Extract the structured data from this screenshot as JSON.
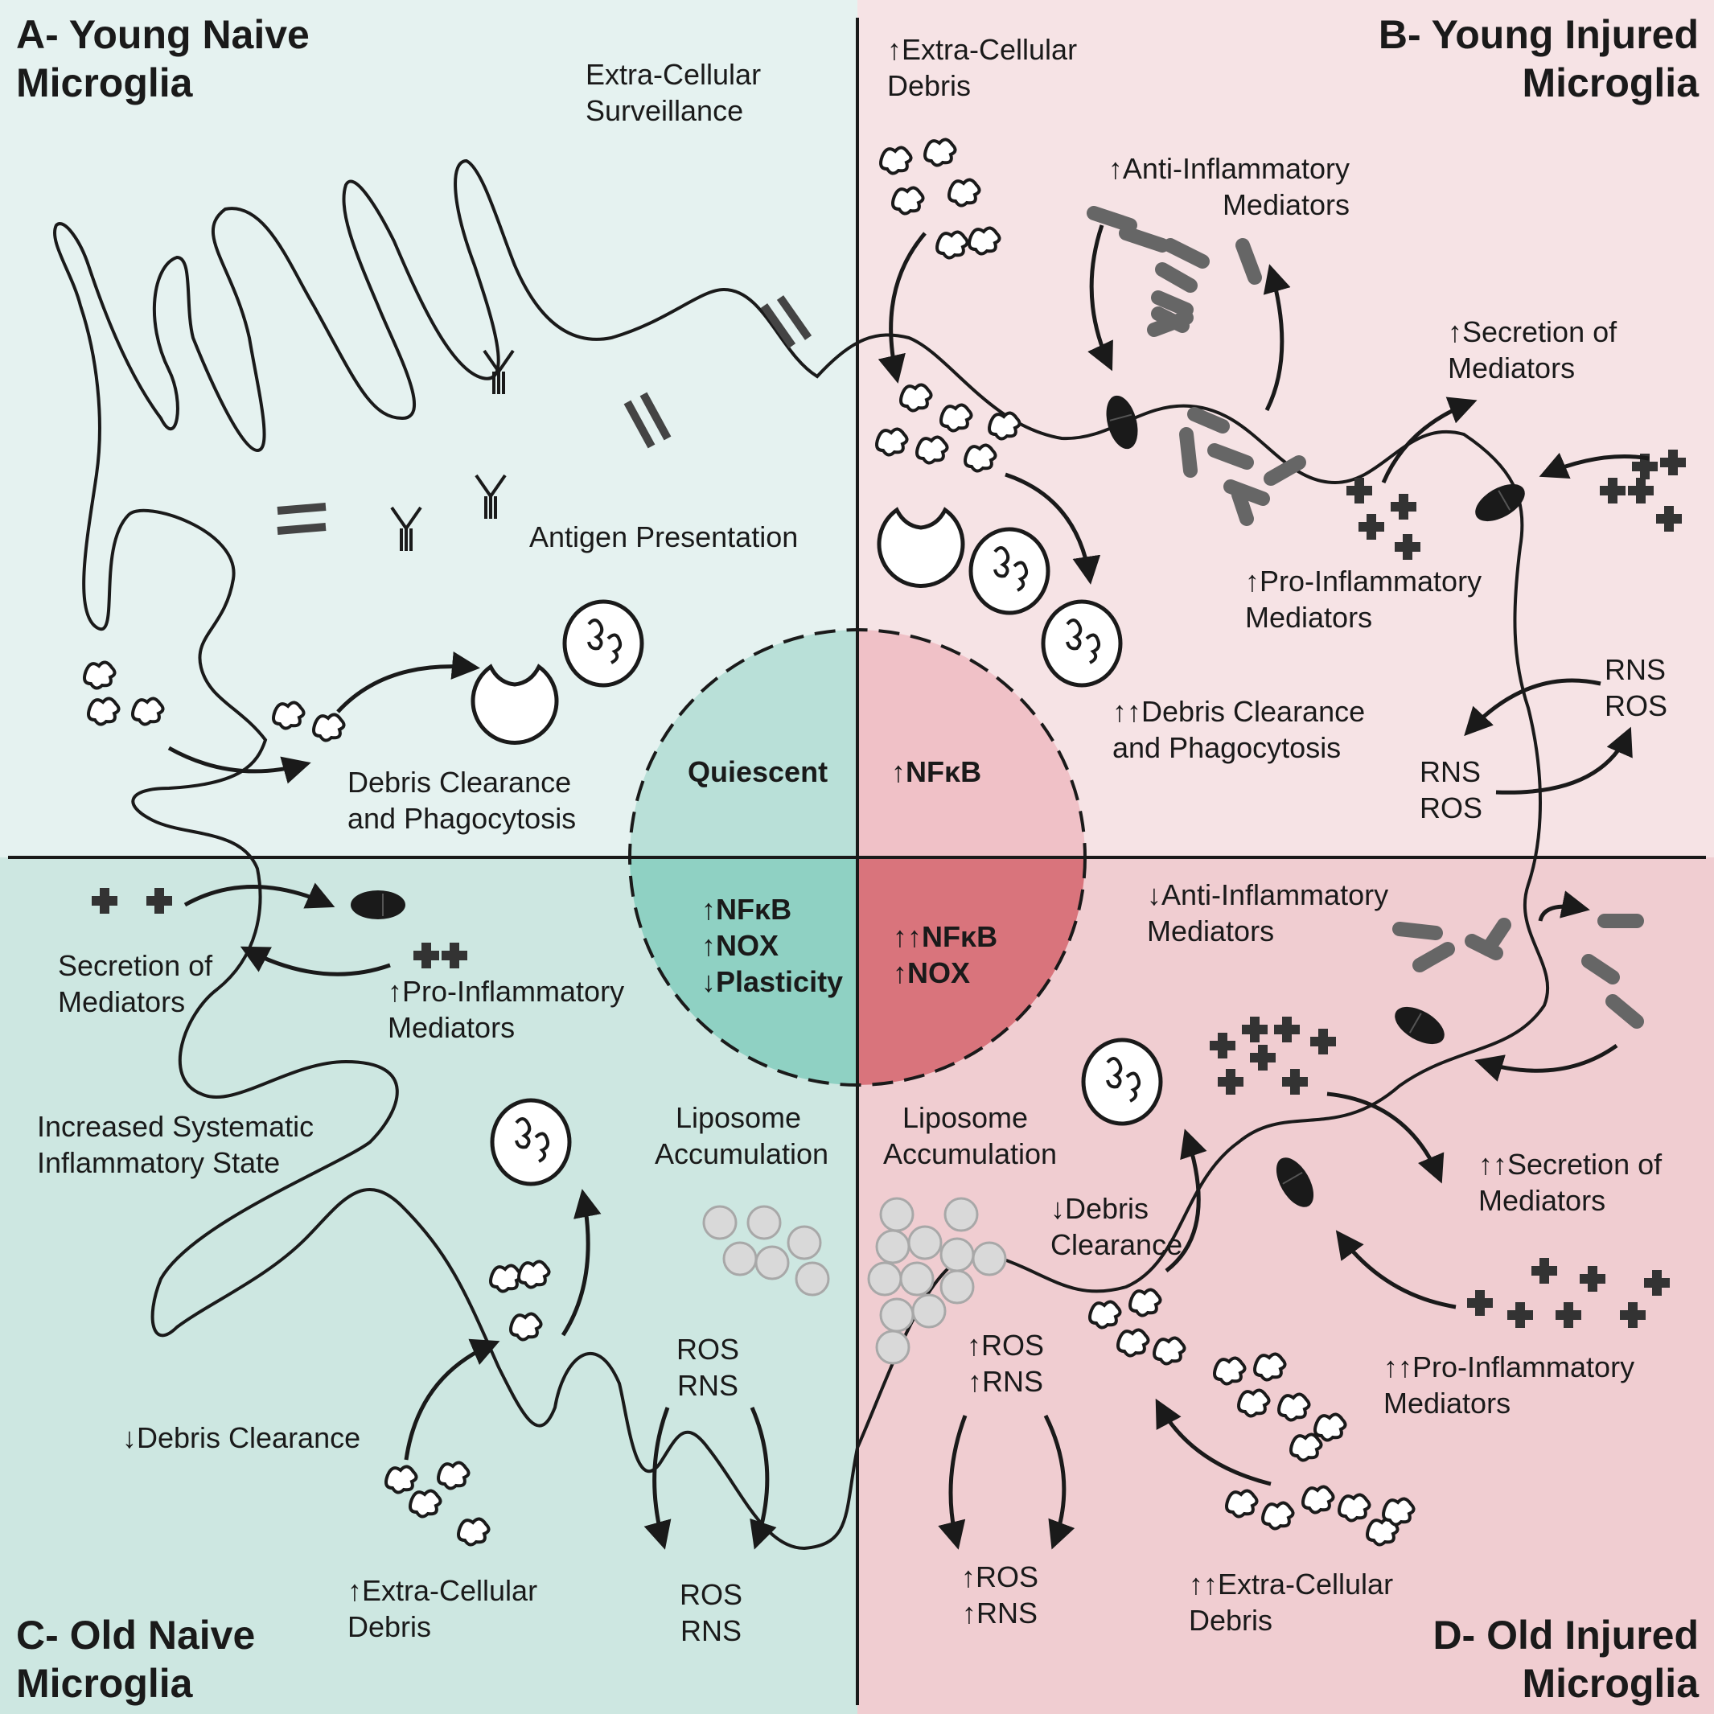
{
  "colors": {
    "panel_a": "#e5f2f0",
    "panel_b": "#f6e3e5",
    "panel_c": "#cde7e1",
    "panel_d": "#f0cdd1",
    "cell_a": "#cfe8e3",
    "cell_b": "#f1d0d4",
    "cell_c": "#a3d6cb",
    "cell_d": "#e6a9ae",
    "circle_a": "#b9e0d8",
    "circle_b": "#f0c1c7",
    "circle_c": "#8fd1c3",
    "circle_d": "#d9747c",
    "dark": "#1a1a1a",
    "gray": "#666666",
    "liposome": "#d9d9d9"
  },
  "panels": {
    "a": {
      "title_line1": "A- Young Naive",
      "title_line2": "Microglia",
      "surveillance_1": "Extra-Cellular",
      "surveillance_2": "Surveillance",
      "antigen": "Antigen Presentation",
      "debris_1": "Debris Clearance",
      "debris_2": "and Phagocytosis",
      "center": "Quiescent"
    },
    "b": {
      "title_line1": "B- Young Injured",
      "title_line2": "Microglia",
      "debris_1": "↑Extra-Cellular",
      "debris_2": "Debris",
      "anti_1": "↑Anti-Inflammatory",
      "anti_2": "Mediators",
      "secretion_1": "↑Secretion of",
      "secretion_2": "Mediators",
      "pro_1": "↑Pro-Inflammatory",
      "pro_2": "Mediators",
      "clearance_1": "↑↑Debris Clearance",
      "clearance_2": "and Phagocytosis",
      "rns_out": "RNS",
      "ros_out": "ROS",
      "rns_in": "RNS",
      "ros_in": "ROS",
      "center": "↑NFκB"
    },
    "c": {
      "title_line1": "C- Old Naive",
      "title_line2": "Microglia",
      "secretion_1": "Secretion of",
      "secretion_2": "Mediators",
      "pro_1": "↑Pro-Inflammatory",
      "pro_2": "Mediators",
      "systemic_1": "Increased Systematic",
      "systemic_2": "Inflammatory State",
      "liposome_1": "Liposome",
      "liposome_2": "Accumulation",
      "ros_in": "ROS",
      "rns_in": "RNS",
      "clearance": "↓Debris Clearance",
      "debris_1": "↑Extra-Cellular",
      "debris_2": "Debris",
      "ros_out": "ROS",
      "rns_out": "RNS",
      "center_1": "↑NFκB",
      "center_2": "↑NOX",
      "center_3": "↓Plasticity"
    },
    "d": {
      "title_line1": "D- Old Injured",
      "title_line2": "Microglia",
      "anti_1": "↓Anti-Inflammatory",
      "anti_2": "Mediators",
      "liposome_1": "Liposome",
      "liposome_2": "Accumulation",
      "clearance_1": "↓Debris",
      "clearance_2": "Clearance",
      "secretion_1": "↑↑Secretion of",
      "secretion_2": "Mediators",
      "ros_in": "↑ROS",
      "rns_in": "↑RNS",
      "pro_1": "↑↑Pro-Inflammatory",
      "pro_2": "Mediators",
      "ros_out": "↑ROS",
      "rns_out": "↑RNS",
      "debris_1": "↑↑Extra-Cellular",
      "debris_2": "Debris",
      "center_1": "↑↑NFκB",
      "center_2": "↑NOX"
    }
  }
}
